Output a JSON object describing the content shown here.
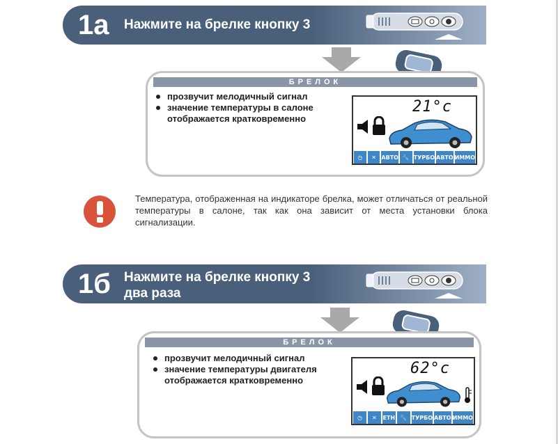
{
  "steps": [
    {
      "number": "1а",
      "instruction": "Нажмите на брелке кнопку 3",
      "panel_title": "БРЕЛОК",
      "bullets": [
        "прозвучит мелодичный сигнал",
        "значение температуры в салоне",
        "отображается кратковременно"
      ],
      "display": {
        "temperature": "21°c",
        "icon_bar": [
          "◷",
          "✕",
          "АВТО",
          "🔧",
          "ТУРБО",
          "АВТО",
          "ИММО"
        ]
      }
    },
    {
      "number": "1б",
      "instruction": "Нажмите на брелке кнопку 3",
      "instruction_line2": "два раза",
      "panel_title": "БРЕЛОК",
      "bullets": [
        "прозвучит мелодичный сигнал",
        "значение температуры двигателя",
        "отображается кратковременно"
      ],
      "display": {
        "temperature": "62°c",
        "icon_bar": [
          "◷",
          "✕",
          "ЕТН",
          "🔧",
          "ТУРБО",
          "АВТО",
          "ИММО"
        ]
      }
    }
  ],
  "warning": {
    "icon": "exclamation-icon",
    "text": "Температура, отображенная на индикаторе брелка, может отличаться от реальной температуры в салоне, так как она зависит от места установки блока сигнализации."
  },
  "colors": {
    "banner": "#4a607a",
    "panel_header": "#8a96a6",
    "warning": "#d9533a",
    "lcd_icons": "#3f86c8",
    "car": "#3f8fd0"
  }
}
